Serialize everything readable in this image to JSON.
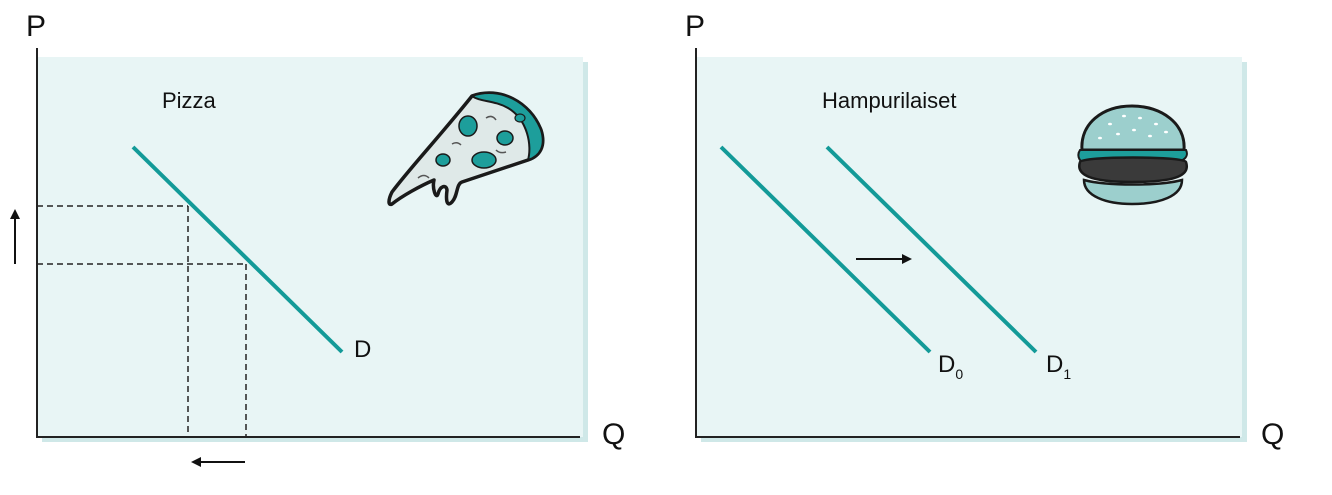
{
  "colors": {
    "panel_fill": "#e8f5f5",
    "panel_shadow": "#c7e3e3",
    "curve": "#139a98",
    "axis": "#222222",
    "arrow": "#111111",
    "pizza_cheese": "#dfe9e8",
    "pizza_topping": "#1d9e9b",
    "burger_bun": "#9ccfcd",
    "burger_patty": "#3a3a3a"
  },
  "left": {
    "title": "Pizza",
    "y_axis_label": "P",
    "x_axis_label": "Q",
    "curve_label": "D",
    "icon": "pizza-slice-icon",
    "price_change": "up",
    "quantity_change": "down"
  },
  "right": {
    "title": "Hampurilaiset",
    "y_axis_label": "P",
    "x_axis_label": "Q",
    "curve0_label": "D",
    "curve0_sub": "0",
    "curve1_label": "D",
    "curve1_sub": "1",
    "icon": "hamburger-icon",
    "shift_direction": "right"
  }
}
